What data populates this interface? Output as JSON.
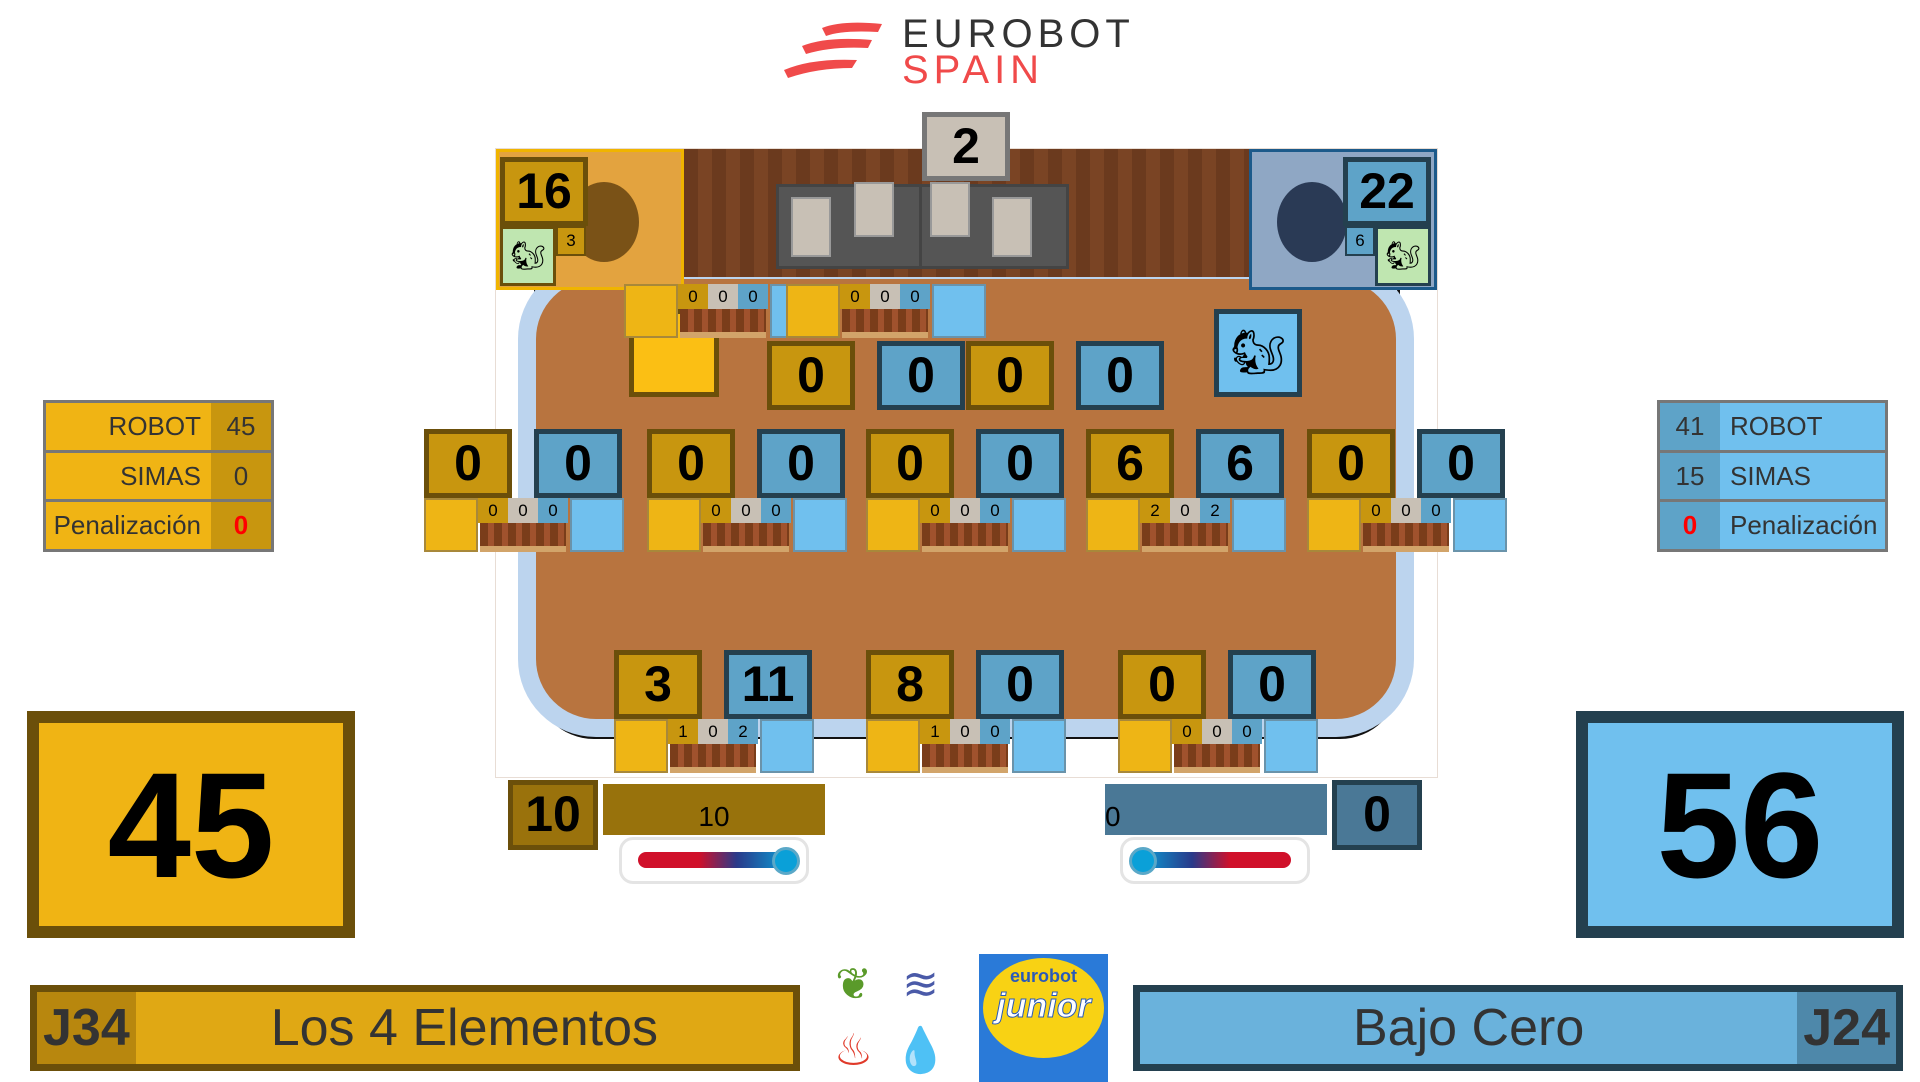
{
  "logo": {
    "line1": "EUROBOT",
    "line2": "SPAIN"
  },
  "field": {
    "center_count": "2",
    "nest_yellow": {
      "score": "16",
      "count": "3"
    },
    "nest_blue": {
      "score": "22",
      "count": "6"
    },
    "top_pairs": [
      {
        "counts": [
          "0",
          "0",
          "0"
        ]
      },
      {
        "counts": [
          "0",
          "0",
          "0"
        ]
      }
    ],
    "top_tiles": [
      "0",
      "0",
      "0",
      "0"
    ],
    "middle_pairs": [
      {
        "yellow": "0",
        "blue": "0",
        "counts": [
          "0",
          "0",
          "0"
        ]
      },
      {
        "yellow": "0",
        "blue": "0",
        "counts": [
          "0",
          "0",
          "0"
        ]
      },
      {
        "yellow": "0",
        "blue": "0",
        "counts": [
          "0",
          "0",
          "0"
        ]
      },
      {
        "yellow": "6",
        "blue": "6",
        "counts": [
          "2",
          "0",
          "2"
        ]
      },
      {
        "yellow": "0",
        "blue": "0",
        "counts": [
          "0",
          "0",
          "0"
        ]
      }
    ],
    "bottom_pairs": [
      {
        "yellow": "3",
        "blue": "11",
        "counts": [
          "1",
          "0",
          "2"
        ]
      },
      {
        "yellow": "8",
        "blue": "0",
        "counts": [
          "1",
          "0",
          "0"
        ]
      },
      {
        "yellow": "0",
        "blue": "0",
        "counts": [
          "0",
          "0",
          "0"
        ]
      }
    ]
  },
  "yellow_team": {
    "table": [
      {
        "label": "ROBOT",
        "value": "45"
      },
      {
        "label": "SIMAS",
        "value": "0"
      },
      {
        "label": "Penalización",
        "value": "0"
      }
    ],
    "total": "45",
    "temp_score": "10",
    "temp_value": "10",
    "temp_level": 1.0,
    "code": "J34",
    "name": "Los 4 Elementos",
    "color": "#f0b414"
  },
  "blue_team": {
    "table": [
      {
        "label": "ROBOT",
        "value": "41"
      },
      {
        "label": "SIMAS",
        "value": "15"
      },
      {
        "label": "Penalización",
        "value": "0"
      }
    ],
    "total": "56",
    "temp_score": "0",
    "temp_value": "0",
    "temp_level": 0.0,
    "code": "J24",
    "name": "Bajo Cero",
    "color": "#70c0ee"
  },
  "junior_logo": {
    "line1": "eurobot",
    "line2": "junior"
  },
  "colors": {
    "penalty": "#ff0000",
    "brand_red": "#f04a4a"
  }
}
